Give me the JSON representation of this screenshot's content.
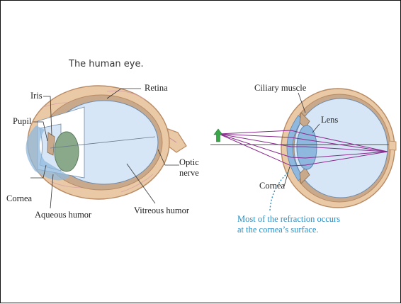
{
  "title": "The human eye.",
  "left_eye": {
    "labels": {
      "iris": "Iris",
      "pupil": "Pupil",
      "retina": "Retina",
      "optic_nerve_1": "Optic",
      "optic_nerve_2": "nerve",
      "cornea": "Cornea",
      "aqueous_humor": "Aqueous humor",
      "vitreous_humor": "Vitreous humor"
    }
  },
  "right_eye": {
    "labels": {
      "ciliary_muscle": "Ciliary muscle",
      "lens": "Lens",
      "cornea": "Cornea"
    },
    "note_line1": "Most of the refraction occurs",
    "note_line2": "at the cornea’s surface."
  },
  "colors": {
    "sclera": "#e9c9a6",
    "sclera_edge": "#b98a63",
    "inner": "#d6e6f6",
    "cornea_blue": "#8fb8de",
    "lens_green": "#8aa88a",
    "ray": "#8a2b8e",
    "arrow_green": "#3aa64a",
    "note": "#2a8fc4"
  }
}
